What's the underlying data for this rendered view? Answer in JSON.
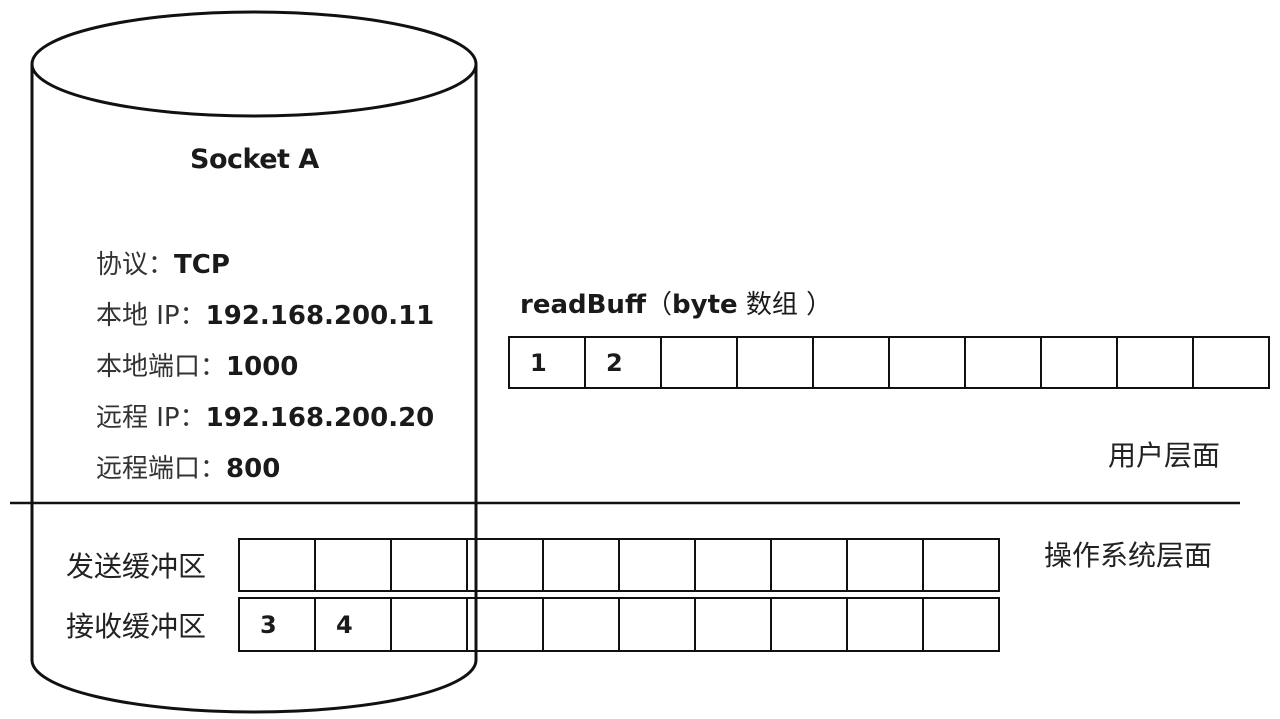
{
  "socket": {
    "title": "Socket A",
    "info": [
      {
        "key": "协议：",
        "value": "TCP"
      },
      {
        "key": "本地 IP：",
        "value": "192.168.200.11"
      },
      {
        "key": "本地端口：",
        "value": "1000"
      },
      {
        "key": "远程 IP：",
        "value": "192.168.200.20"
      },
      {
        "key": "远程端口：",
        "value": "800"
      }
    ]
  },
  "readbuff": {
    "label_name": "readBuff",
    "label_paren_open": "（",
    "label_type": "byte",
    "label_rest": " 数组 ）",
    "cells": [
      "1",
      "2",
      "",
      "",
      "",
      "",
      "",
      "",
      "",
      ""
    ]
  },
  "layers": {
    "user": "用户层面",
    "os": "操作系统层面"
  },
  "buffers": {
    "send_label": "发送缓冲区",
    "send_cells": [
      "",
      "",
      "",
      "",
      "",
      "",
      "",
      "",
      "",
      ""
    ],
    "recv_label": "接收缓冲区",
    "recv_cells": [
      "3",
      "4",
      "",
      "",
      "",
      "",
      "",
      "",
      "",
      ""
    ]
  }
}
